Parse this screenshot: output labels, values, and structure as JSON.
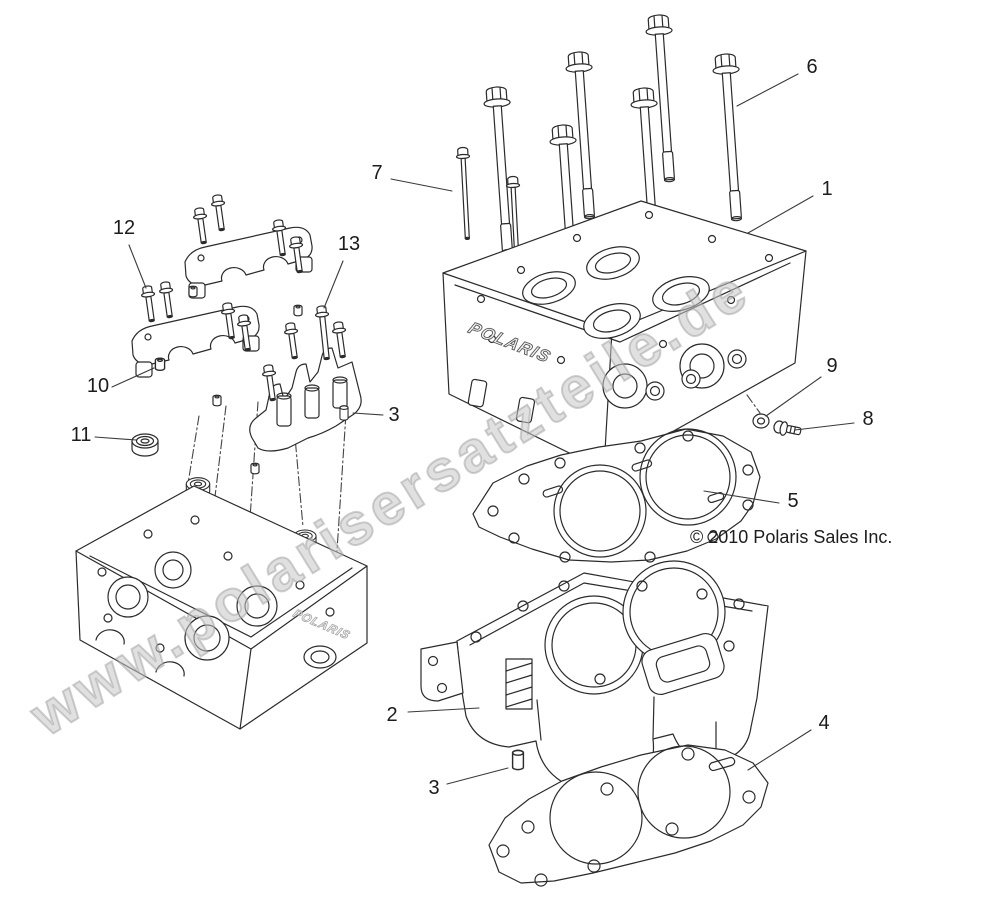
{
  "watermark": "www.polarisersatzteile.de",
  "copyright": "© 2010 Polaris Sales Inc.",
  "brand": "POLARIS",
  "callouts": [
    {
      "label": "1"
    },
    {
      "label": "2"
    },
    {
      "label": "3"
    },
    {
      "label": "3"
    },
    {
      "label": "4"
    },
    {
      "label": "5"
    },
    {
      "label": "6"
    },
    {
      "label": "7"
    },
    {
      "label": "8"
    },
    {
      "label": "9"
    },
    {
      "label": "10"
    },
    {
      "label": "11"
    },
    {
      "label": "12"
    },
    {
      "label": "13"
    }
  ]
}
